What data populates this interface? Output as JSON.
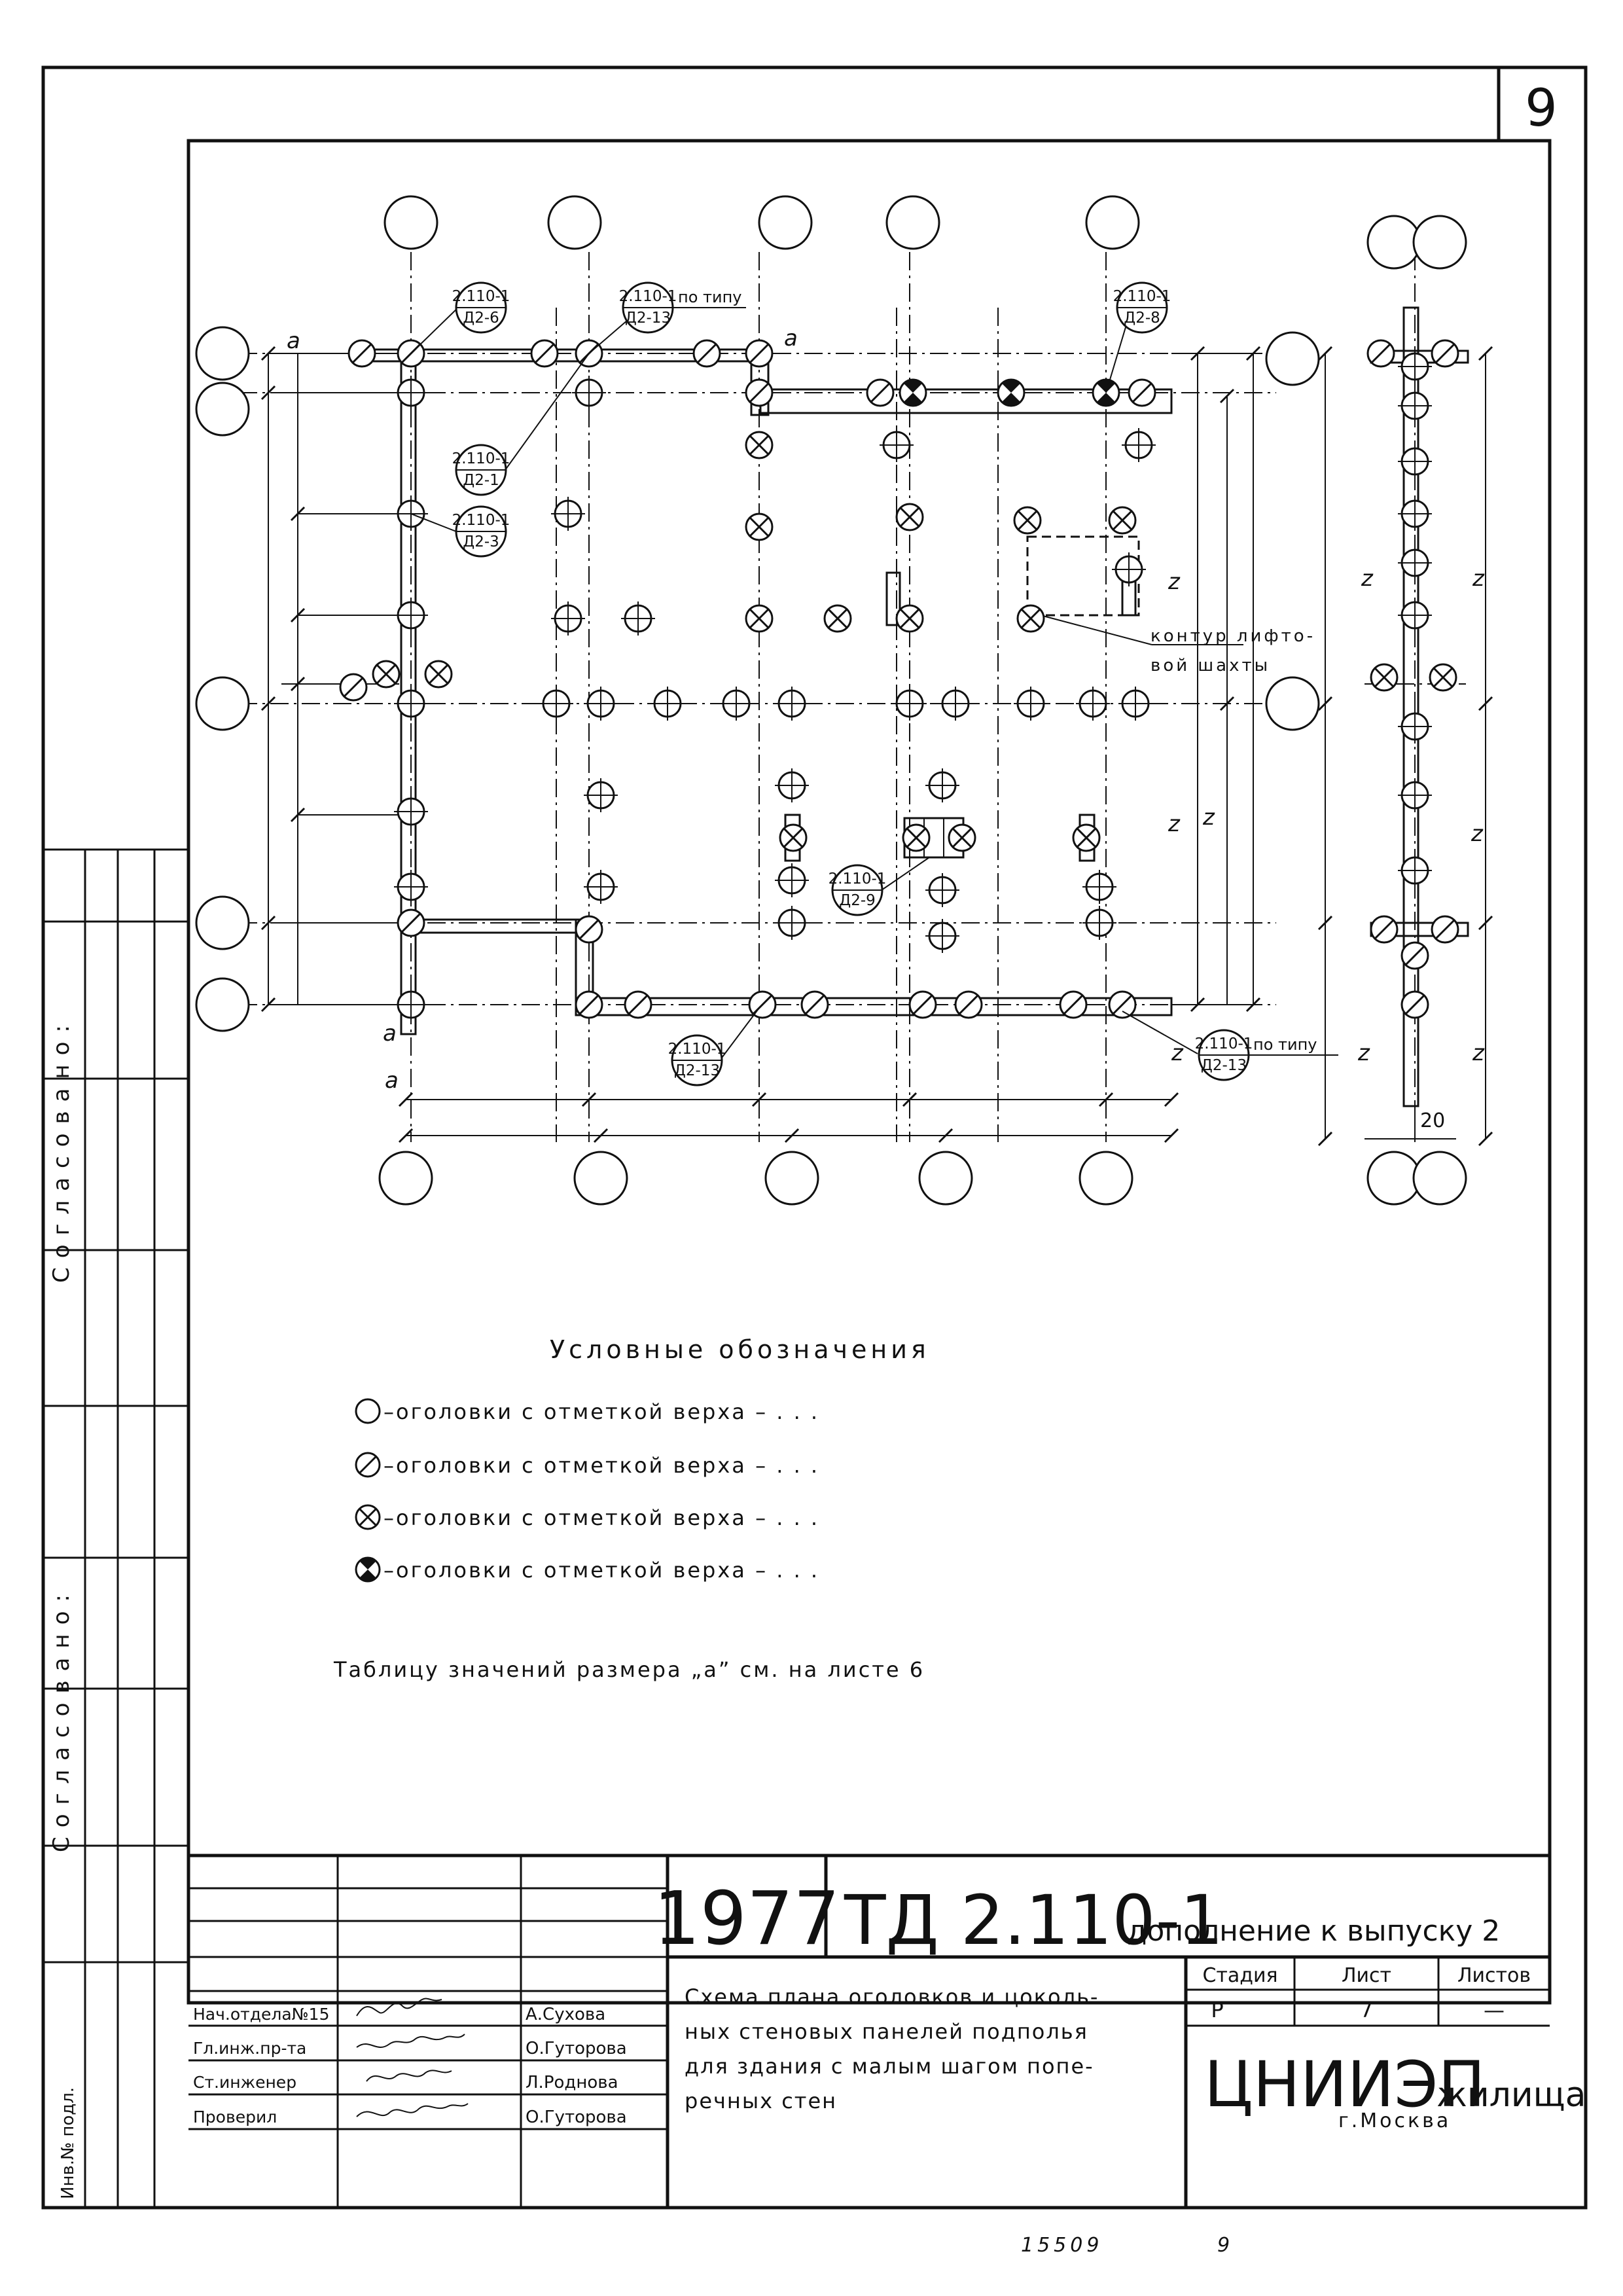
{
  "sheet_number": "9",
  "plan": {
    "leader_labels": [
      {
        "top": "2.110-1",
        "bottom": "Д2-6",
        "suffix": ""
      },
      {
        "top": "2.110-1",
        "bottom": "Д2-13",
        "suffix": "по типу"
      },
      {
        "top": "2.110-1",
        "bottom": "Д2-8",
        "suffix": ""
      },
      {
        "top": "2.110-1",
        "bottom": "Д2-1",
        "suffix": ""
      },
      {
        "top": "2.110-1",
        "bottom": "Д2-3",
        "suffix": ""
      },
      {
        "top": "2.110-1",
        "bottom": "Д2-9",
        "suffix": ""
      },
      {
        "top": "2.110-1",
        "bottom": "Д2-13",
        "suffix": ""
      },
      {
        "top": "2.110-1",
        "bottom": "Д2-13",
        "suffix": "по типу"
      }
    ],
    "lift_shaft_note": [
      "контур лифто-",
      "вой шахты"
    ],
    "dim_a": "a",
    "dim_z": "z",
    "dim_20": "20"
  },
  "legend": {
    "title": "Условные обозначения",
    "items": [
      {
        "symbol": "open-circle",
        "text": "–оголовки с отметкой верха – . . ."
      },
      {
        "symbol": "slashed-circle",
        "text": "–оголовки с отметкой верха – . . ."
      },
      {
        "symbol": "crossed-circle",
        "text": "–оголовки с отметкой верха – . . ."
      },
      {
        "symbol": "filled-circle",
        "text": "–оголовки с отметкой верха – . . ."
      }
    ],
    "note": "Таблицу значений размера „a” см. на листе 6"
  },
  "side_stamp": {
    "agreed_1": "Согласовано:",
    "agreed_2": "Согласовано:",
    "inv_no": "Инв.№ подл."
  },
  "title_block": {
    "year": "1977",
    "code": "ТД 2.110-1",
    "supplement": "дополнение к выпуску 2",
    "description": [
      "Схема плана оголовков и цоколь-",
      "ных стеновых панелей подполья",
      "для здания с малым шагом попе-",
      "речных стен"
    ],
    "stage_header": "Стадия",
    "sheet_header": "Лист",
    "sheets_header": "Листов",
    "stage_value": "Р",
    "sheet_value": "7",
    "sheets_value": "—",
    "org": "ЦНИИЭП",
    "org_suffix": "жилища",
    "city": "г.Москва",
    "signatures": [
      {
        "role": "Нач.отдела№15",
        "name": "А.Сухова"
      },
      {
        "role": "Гл.инж.пр-та",
        "name": "О.Гуторова"
      },
      {
        "role": "Ст.инженер",
        "name": "Л.Роднова"
      },
      {
        "role": "Проверил",
        "name": "О.Гуторова"
      }
    ]
  },
  "footer": {
    "number": "15509",
    "page": "9"
  }
}
